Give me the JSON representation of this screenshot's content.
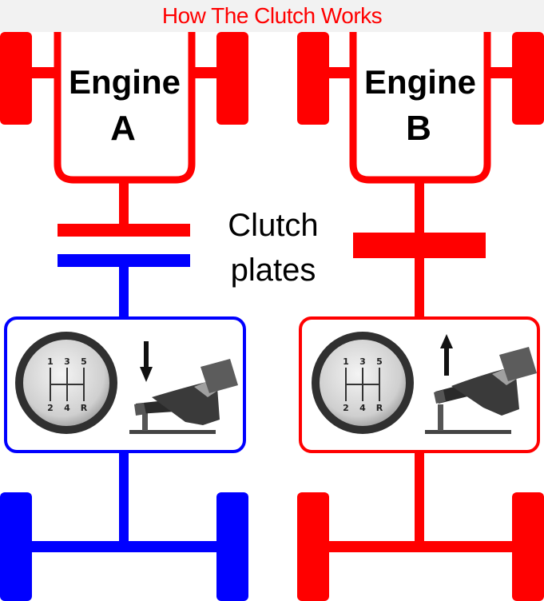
{
  "title": "How The Clutch Works",
  "clutch_label": {
    "line1": "Clutch",
    "line2": "plates"
  },
  "colors": {
    "engine": "#ff0000",
    "drivetrain_disengaged": "#0000ff",
    "drivetrain_engaged": "#ff0000",
    "title": "#ff0000"
  },
  "engine_a": {
    "label_line1": "Engine",
    "label_line2": "A",
    "pedal_state": "pressed",
    "gear_labels": {
      "top": [
        "1",
        "3",
        "5"
      ],
      "bottom": [
        "2",
        "4",
        "R"
      ]
    }
  },
  "engine_b": {
    "label_line1": "Engine",
    "label_line2": "B",
    "pedal_state": "released",
    "gear_labels": {
      "top": [
        "1",
        "3",
        "5"
      ],
      "bottom": [
        "2",
        "4",
        "R"
      ]
    }
  }
}
